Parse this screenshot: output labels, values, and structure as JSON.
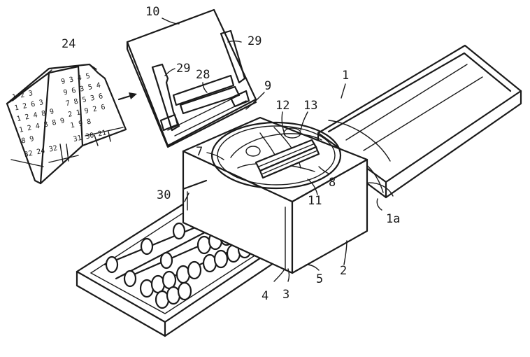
{
  "reference_numerals": {
    "n1": "1",
    "n1a": "1a",
    "n2": "2",
    "n3": "3",
    "n4": "4",
    "n5": "5",
    "n7": "7",
    "n8": "8",
    "n9": "9",
    "n10": "10",
    "n11": "11",
    "n12": "12",
    "n13": "13",
    "n24": "24",
    "n28": "28",
    "n29a": "29",
    "n29b": "29",
    "n30": "30"
  },
  "booklet": {
    "left_page_rows": [
      "1 2 3",
      "1 2 6 3",
      "1 2 4 8 9",
      "1 2 4 8 8 9",
      "8 9",
      "32 24 32"
    ],
    "right_page_rows": [
      "9 3 4 5",
      "9 6 3 5 4",
      "7 8 5 3 6",
      "2 1 9 2 6",
      "1 9 8",
      "31 30 21"
    ]
  }
}
